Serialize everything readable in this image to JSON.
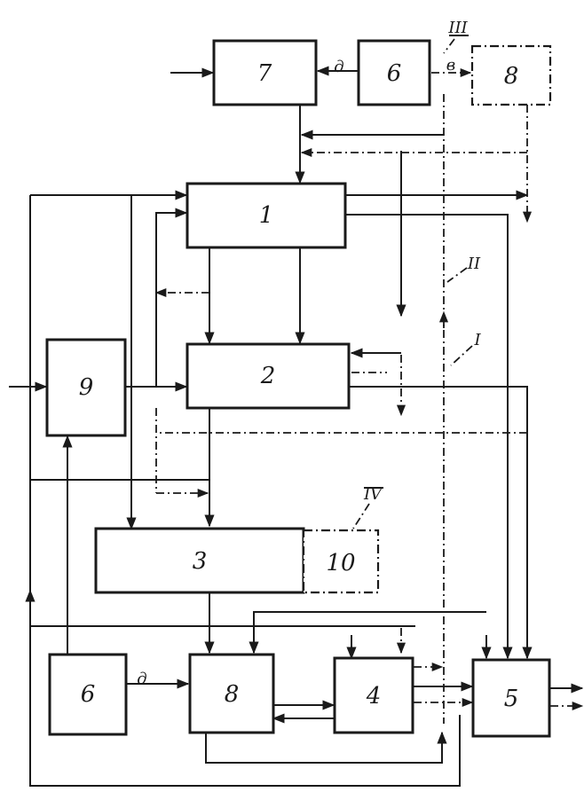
{
  "blocks": {
    "b7": "7",
    "b6_top": "6",
    "b8_top": "8",
    "b1": "1",
    "b2": "2",
    "b9": "9",
    "b3": "3",
    "b10": "10",
    "b6_bottom": "6",
    "b8_bottom": "8",
    "b4": "4",
    "b5": "5"
  },
  "markers": {
    "d_top": "д",
    "v_top": "в",
    "d_bottom": "д",
    "roman_III": "III",
    "roman_II": "II",
    "roman_I": "I",
    "roman_IV": "IV"
  },
  "colors": {
    "ink": "#1a1a1a",
    "paper": "#ffffff"
  }
}
